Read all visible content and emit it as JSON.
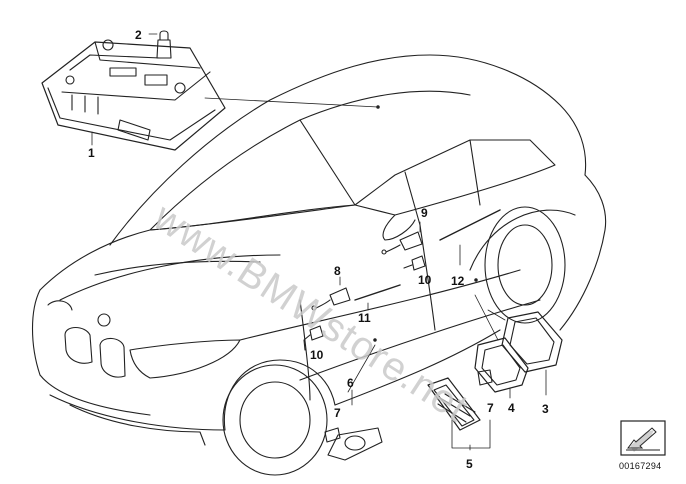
{
  "watermark": "www.BMWstore.net",
  "diagram_id": "00167294",
  "callouts": [
    "1",
    "2",
    "3",
    "4",
    "5",
    "6",
    "7",
    "7",
    "8",
    "9",
    "10",
    "10",
    "11",
    "12"
  ],
  "icons": {
    "corner": "arrow-box-icon"
  }
}
